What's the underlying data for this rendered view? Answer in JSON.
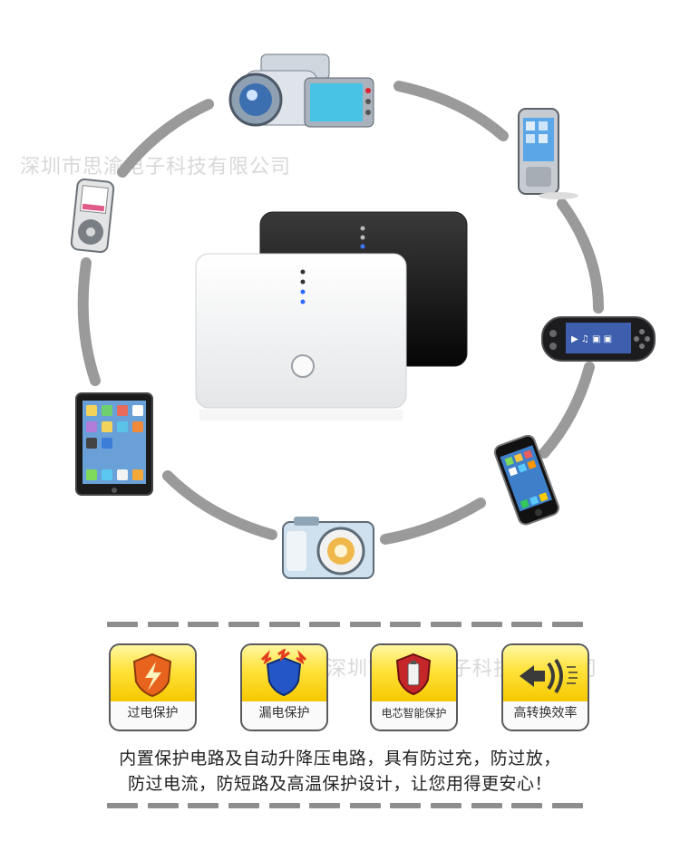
{
  "watermark": {
    "top": "深圳市思渝电子科技有限公司",
    "middle": "深圳市思渝电子科技有限公司"
  },
  "features": [
    {
      "label": "过电保护",
      "icon": "overcurrent-shield-icon"
    },
    {
      "label": "漏电保护",
      "icon": "leakage-shield-icon"
    },
    {
      "label": "电芯智能保护",
      "icon": "battery-shield-icon"
    },
    {
      "label": "高转换效率",
      "icon": "efficiency-arrow-icon"
    }
  ],
  "description": {
    "line1": "内置保护电路及自动升降压电路，具有防过充，防过放，",
    "line2": "防过电流，防短路及高温保护设计，让您用得更安心！"
  },
  "colors": {
    "ring": "#9a9a9a",
    "badge_yellow": "#ffe23a",
    "dash": "#8d8d8d"
  }
}
